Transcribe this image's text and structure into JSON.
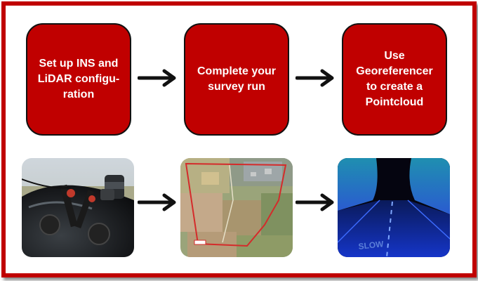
{
  "workflow": {
    "steps": [
      {
        "label": "Set up INS and\nLiDAR configu-\nration"
      },
      {
        "label": "Complete your\nsurvey run"
      },
      {
        "label": "Use\nGeoreferencer\nto create a\nPointcloud"
      }
    ],
    "images": [
      {
        "subject": "lidar-sensor-mounted-on-car"
      },
      {
        "subject": "aerial-map-with-survey-route"
      },
      {
        "subject": "road-pointcloud-render"
      }
    ]
  },
  "colors": {
    "accent": "#c00000",
    "arrow": "#111111"
  }
}
